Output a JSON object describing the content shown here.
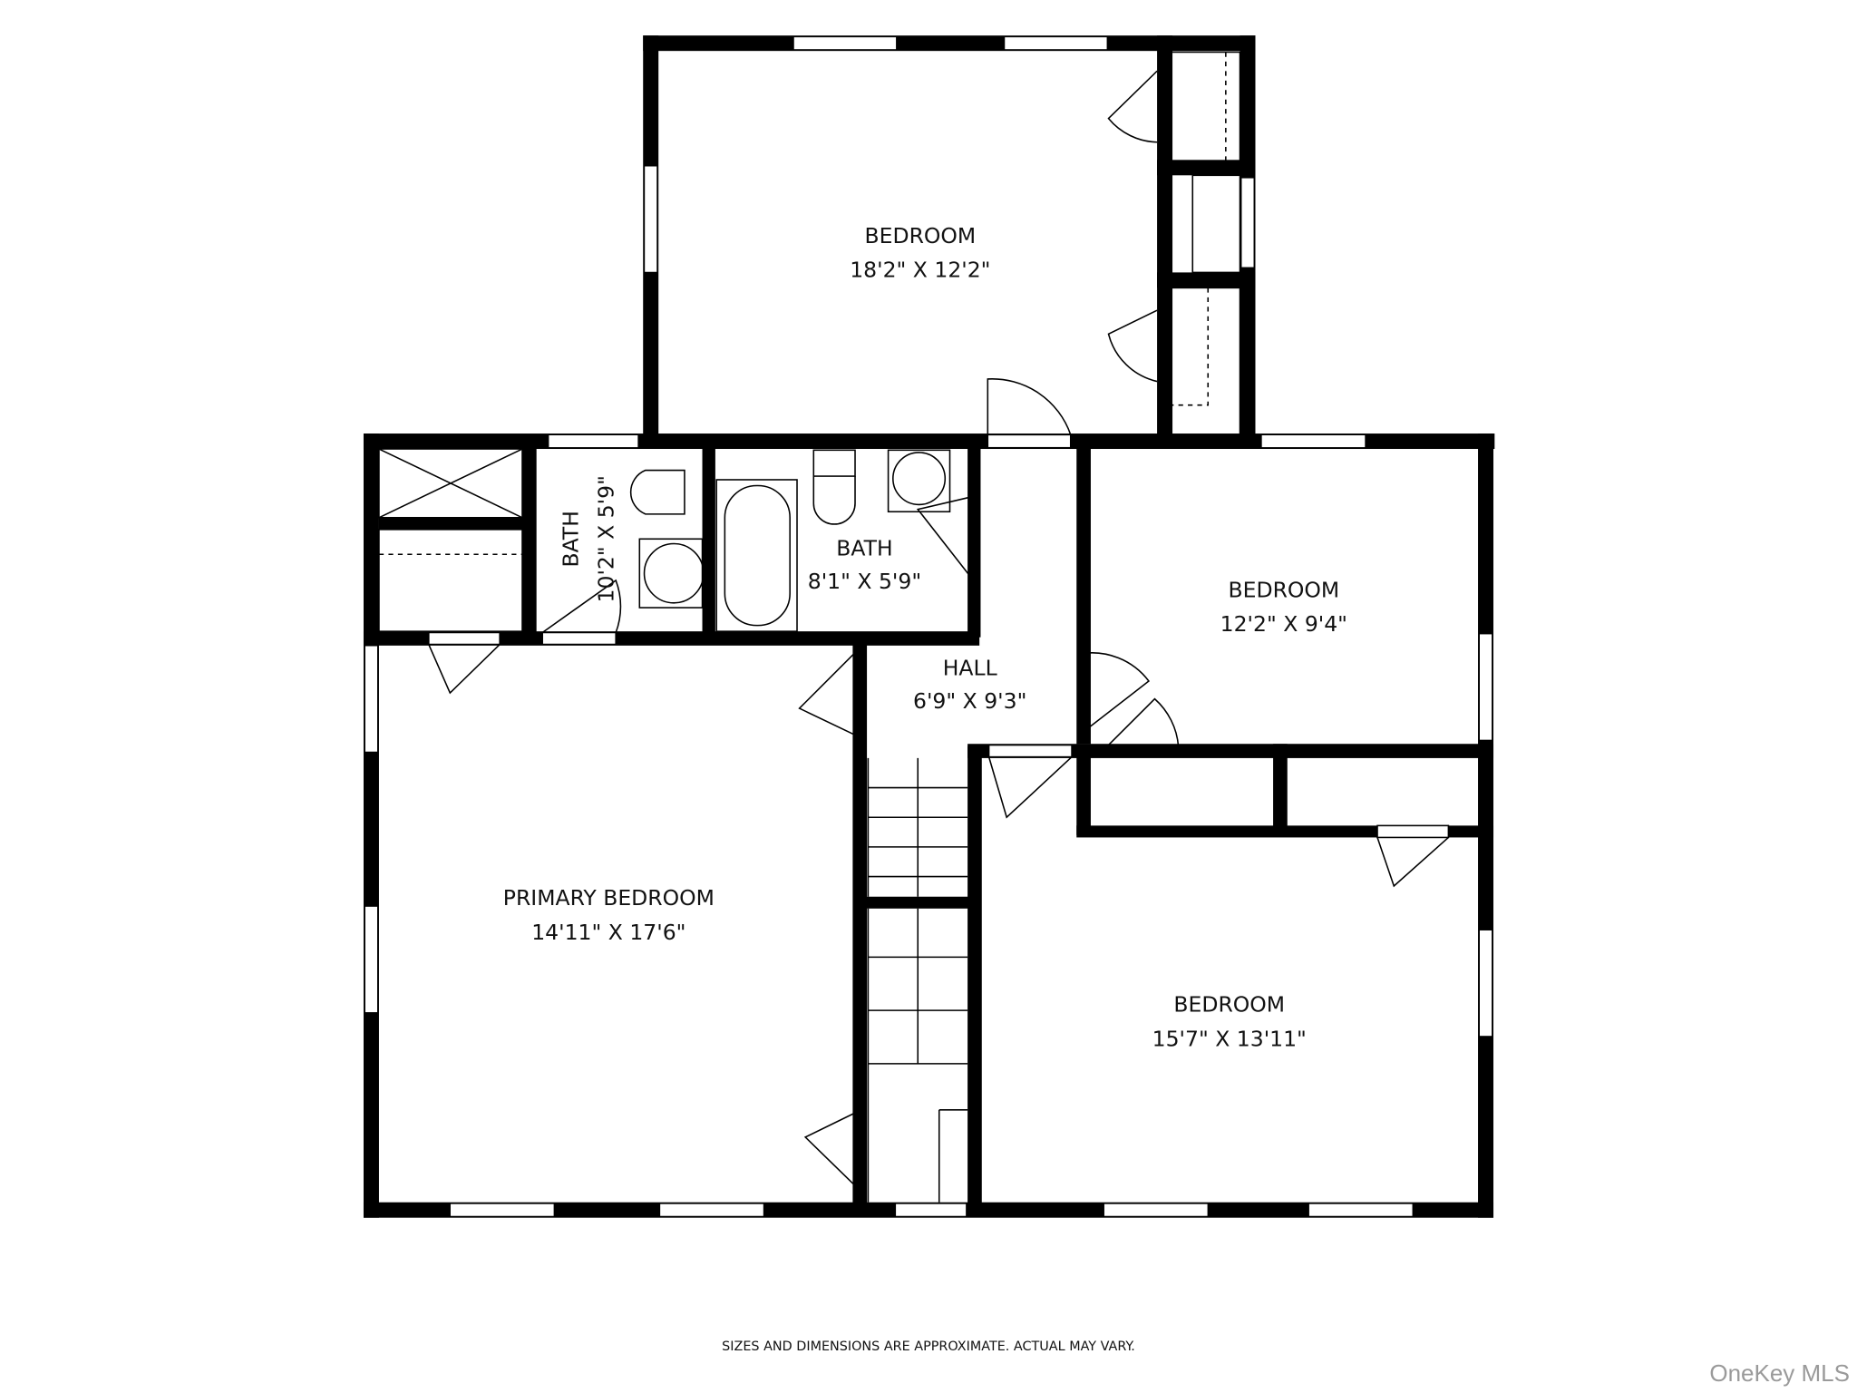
{
  "floorplan": {
    "rooms": [
      {
        "id": "bedroom-top",
        "name": "BEDROOM",
        "dims": "18'2\" X 12'2\""
      },
      {
        "id": "bath-left",
        "name": "BATH",
        "dims": "10'2\" X 5'9\""
      },
      {
        "id": "bath-center",
        "name": "BATH",
        "dims": "8'1\" X 5'9\""
      },
      {
        "id": "bedroom-right",
        "name": "BEDROOM",
        "dims": "12'2\" X 9'4\""
      },
      {
        "id": "hall",
        "name": "HALL",
        "dims": "6'9\" X 9'3\""
      },
      {
        "id": "primary-bedroom",
        "name": "PRIMARY BEDROOM",
        "dims": "14'11\" X 17'6\""
      },
      {
        "id": "bedroom-bottom-right",
        "name": "BEDROOM",
        "dims": "15'7\" X 13'11\""
      }
    ],
    "disclaimer": "SIZES AND DIMENSIONS ARE APPROXIMATE. ACTUAL MAY VARY.",
    "watermark": "OneKey MLS",
    "colors": {
      "wall": "#000000",
      "background": "#ffffff",
      "watermark": "#9a9a9a"
    }
  }
}
